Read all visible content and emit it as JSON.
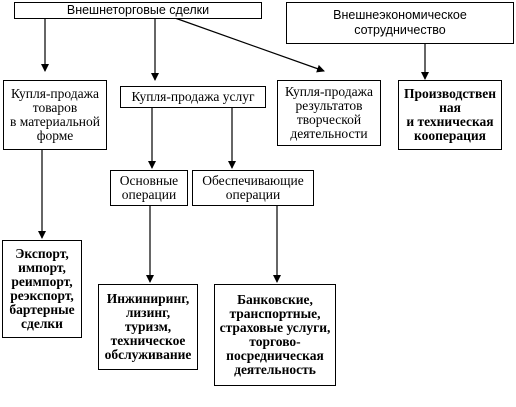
{
  "diagram": {
    "nodes": {
      "foreign_trade": "Внешнеторговые сделки",
      "foreign_economic": "Внешнеэкономическое\nсотрудничество",
      "goods": "Купля-продажа\nтоваров\nв материальной\nформе",
      "services": "Купля-продажа услуг",
      "creative": "Купля-продажа\nрезультатов\nтворческой\nдеятельности",
      "production": "Производствен\nная\nи техническая\nкооперация",
      "main_ops": "Основные\nоперации",
      "support_ops": "Обеспечивающие\nоперации",
      "export": "Экспорт,\nимпорт,\nреимпорт,\nреэкспорт,\nбартерные\nсделки",
      "engineering": "Инжиниринг,\nлизинг,\nтуризм,\nтехническое\nобслуживание",
      "banking": "Банковские,\nтранспортные,\nстраховые услуги,\nторгово-\nпосредническая\nдеятельность"
    }
  }
}
